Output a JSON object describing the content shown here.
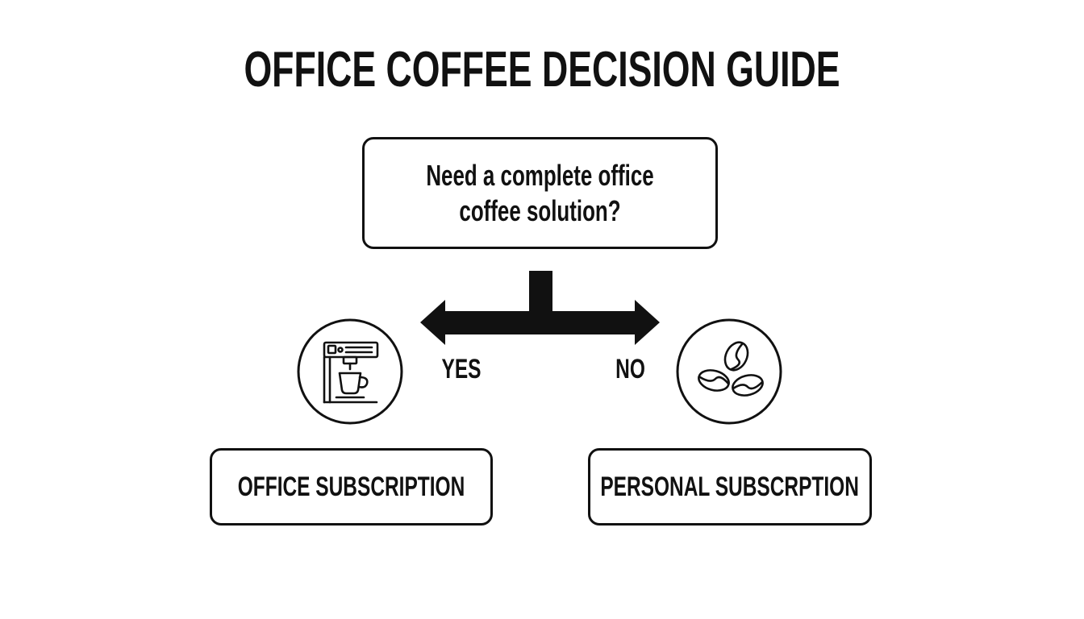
{
  "title": "OFFICE COFFEE DECISION GUIDE",
  "question": "Need a complete office\ncoffee solution?",
  "branches": {
    "yes": {
      "label": "YES",
      "result": "OFFICE SUBSCRIPTION",
      "icon": "espresso-machine-icon"
    },
    "no": {
      "label": "NO",
      "result": "PERSONAL SUBSCRPTION",
      "icon": "coffee-beans-icon"
    }
  },
  "colors": {
    "ink": "#111111",
    "background": "#ffffff"
  }
}
